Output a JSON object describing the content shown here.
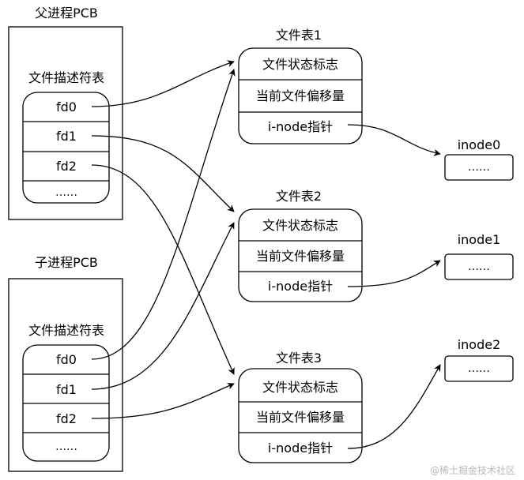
{
  "parent": {
    "title": "父进程PCB",
    "fd_table_label": "文件描述符表",
    "fds": [
      "fd0",
      "fd1",
      "fd2",
      "……"
    ]
  },
  "child": {
    "title": "子进程PCB",
    "fd_table_label": "文件描述符表",
    "fds": [
      "fd0",
      "fd1",
      "fd2",
      "……"
    ]
  },
  "file_tables": [
    {
      "title": "文件表1",
      "rows": [
        "文件状态标志",
        "当前文件偏移量",
        "i-node指针"
      ]
    },
    {
      "title": "文件表2",
      "rows": [
        "文件状态标志",
        "当前文件偏移量",
        "i-node指针"
      ]
    },
    {
      "title": "文件表3",
      "rows": [
        "文件状态标志",
        "当前文件偏移量",
        "i-node指针"
      ]
    }
  ],
  "inodes": [
    {
      "title": "inode0",
      "content": "……"
    },
    {
      "title": "inode1",
      "content": "……"
    },
    {
      "title": "inode2",
      "content": "……"
    }
  ],
  "links": [
    {
      "from": "parent.fd0",
      "to": "文件表1"
    },
    {
      "from": "parent.fd1",
      "to": "文件表2"
    },
    {
      "from": "parent.fd2",
      "to": "文件表3"
    },
    {
      "from": "child.fd0",
      "to": "文件表1"
    },
    {
      "from": "child.fd1",
      "to": "文件表2"
    },
    {
      "from": "child.fd2",
      "to": "文件表3"
    },
    {
      "from": "文件表1",
      "to": "inode0"
    },
    {
      "from": "文件表2",
      "to": "inode1"
    },
    {
      "from": "文件表3",
      "to": "inode2"
    }
  ],
  "watermark": "@稀土掘金技术社区"
}
